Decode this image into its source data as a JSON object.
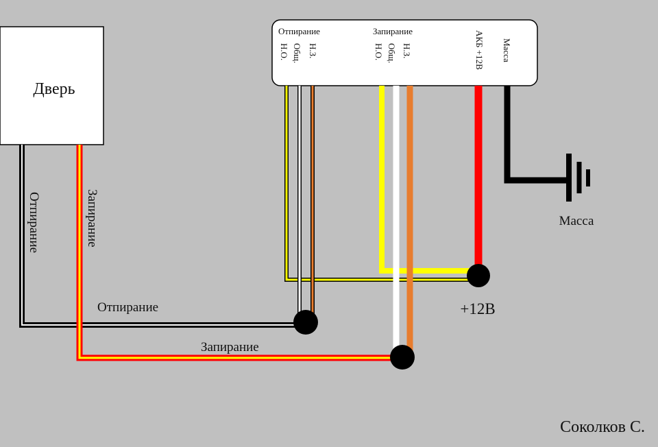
{
  "door_box": {
    "label": "Дверь"
  },
  "module": {
    "groups": [
      {
        "title": "Отпирание",
        "pins": [
          "Н.З.",
          "Общ.",
          "Н.О."
        ]
      },
      {
        "title": "Запирание",
        "pins": [
          "Н.З.",
          "Общ.",
          "Н.О."
        ]
      }
    ],
    "power_pins": [
      "Масса",
      "АКБ +12В"
    ]
  },
  "wire_labels": {
    "unlock_vertical": "Отпирание",
    "lock_vertical": "Запирание",
    "unlock_horizontal": "Отпирание",
    "lock_horizontal": "Запирание"
  },
  "ground_label": "Масса",
  "plus12_label": "+12В",
  "author": "Соколков С.",
  "colors": {
    "background": "#c0c0c0",
    "red": "#ff0000",
    "yellow": "#ffff00",
    "orange": "#e87d2e",
    "white": "#ffffff",
    "black": "#000000"
  }
}
